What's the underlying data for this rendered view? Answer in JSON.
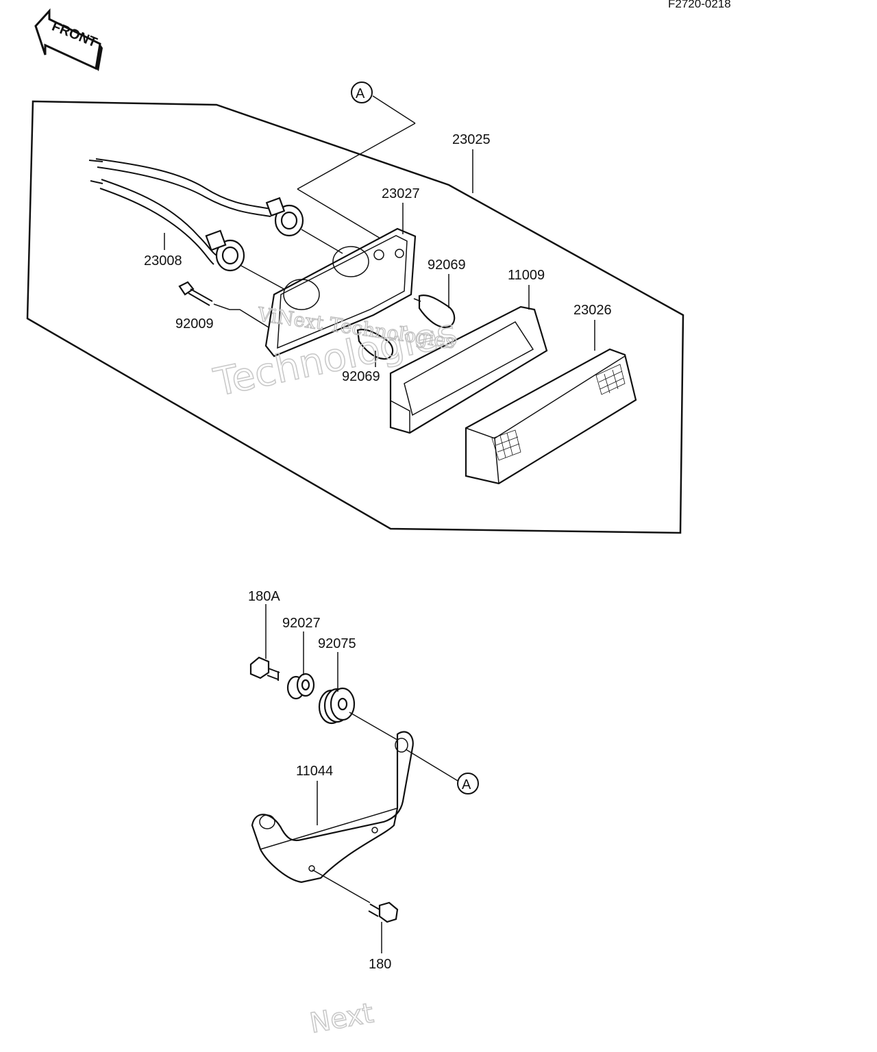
{
  "figure_code": "F2720-0218",
  "front_label": "FRONT",
  "callout_letter": "A",
  "watermark": {
    "primary": "Technologies",
    "secondary": "ViNext Technologies",
    "tertiary": "Next"
  },
  "parts": [
    {
      "id": "23025",
      "label": "23025"
    },
    {
      "id": "23027",
      "label": "23027"
    },
    {
      "id": "23008",
      "label": "23008"
    },
    {
      "id": "92069a",
      "label": "92069"
    },
    {
      "id": "11009",
      "label": "11009"
    },
    {
      "id": "23026",
      "label": "23026"
    },
    {
      "id": "92009",
      "label": "92009"
    },
    {
      "id": "92069b",
      "label": "92069"
    },
    {
      "id": "180A",
      "label": "180A"
    },
    {
      "id": "92027",
      "label": "92027"
    },
    {
      "id": "92075",
      "label": "92075"
    },
    {
      "id": "11044",
      "label": "11044"
    },
    {
      "id": "180",
      "label": "180"
    }
  ]
}
